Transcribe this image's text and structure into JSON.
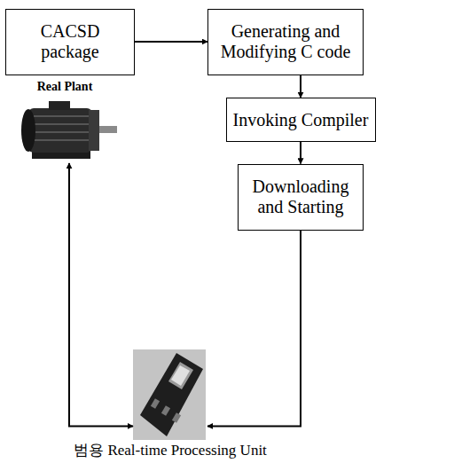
{
  "diagram": {
    "nodes": [
      {
        "text": [
          "CACSD package"
        ]
      },
      {
        "text": [
          "Generating and Modifying C code"
        ]
      },
      {
        "text": [
          "Invoking Compiler"
        ]
      },
      {
        "text": [
          "Downloading and Starting"
        ]
      },
      {
        "text": [
          "Real Plant"
        ]
      },
      {
        "text": [
          "범용 Real-time Processing Unit"
        ]
      }
    ],
    "edges": [
      {
        "from": 0,
        "to": 1,
        "arrow": "to"
      },
      {
        "from": 1,
        "to": 2,
        "arrow": "to"
      },
      {
        "from": 2,
        "to": 3,
        "arrow": "to"
      },
      {
        "from": 3,
        "to": 5,
        "arrow": "to"
      },
      {
        "from": 5,
        "to": 4,
        "arrow": "both"
      }
    ]
  }
}
